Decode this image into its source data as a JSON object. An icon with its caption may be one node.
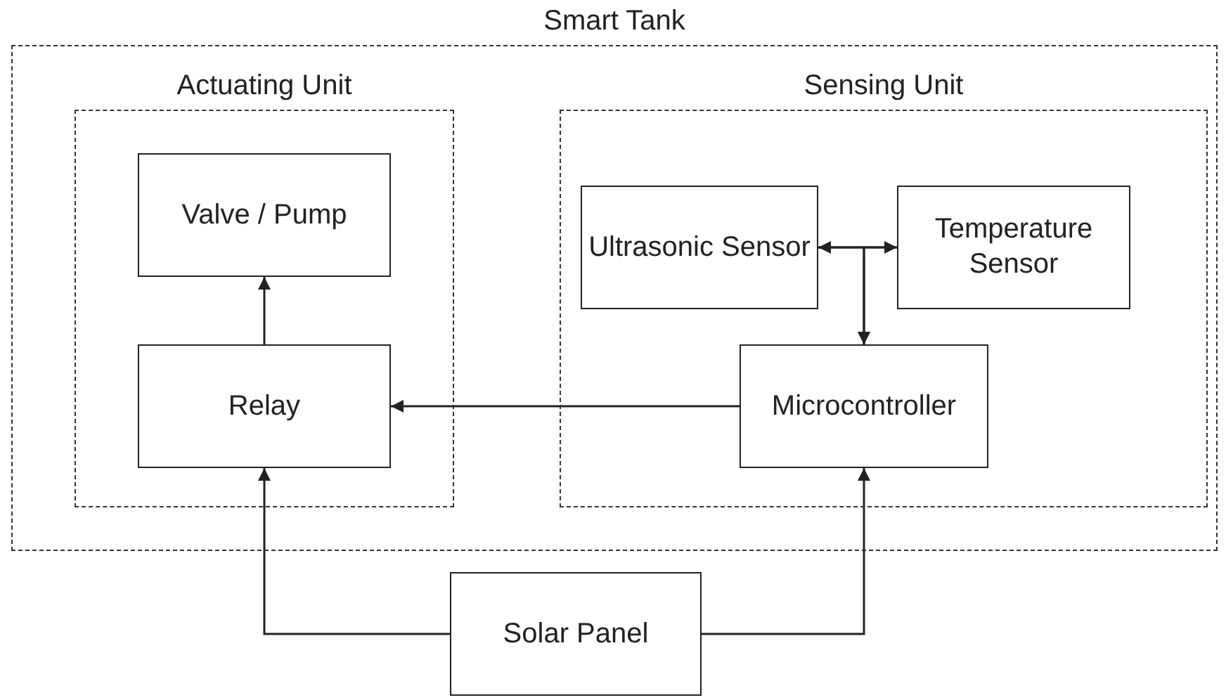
{
  "diagram": {
    "nodes": [
      {
        "text": [
          "Smart Tank"
        ]
      },
      {
        "text": [
          "Actuating Unit"
        ],
        "in": 0
      },
      {
        "text": [
          "Valve / Pump"
        ],
        "in": 1
      },
      {
        "text": [
          "Relay"
        ],
        "in": 1
      },
      {
        "text": [
          "Sensing Unit"
        ],
        "in": 0
      },
      {
        "text": [
          "Ultrasonic Sensor"
        ],
        "in": 4
      },
      {
        "text": [
          "Temperature Sensor"
        ],
        "in": 4
      },
      {
        "text": [
          "Microcontroller"
        ],
        "in": 4
      },
      {
        "text": [
          "Solar Panel"
        ]
      }
    ],
    "edges": [
      {
        "from": 3,
        "to": 2,
        "arrow": "to"
      },
      {
        "from": 7,
        "to": 3,
        "arrow": "to"
      },
      {
        "from": 5,
        "to": 6,
        "arrow": "both"
      },
      {
        "from": 5,
        "to": 7,
        "arrow": "to"
      },
      {
        "from": 6,
        "to": 7,
        "arrow": "to"
      },
      {
        "from": 8,
        "to": 3,
        "arrow": "to"
      },
      {
        "from": 8,
        "to": 7,
        "arrow": "to"
      }
    ]
  }
}
